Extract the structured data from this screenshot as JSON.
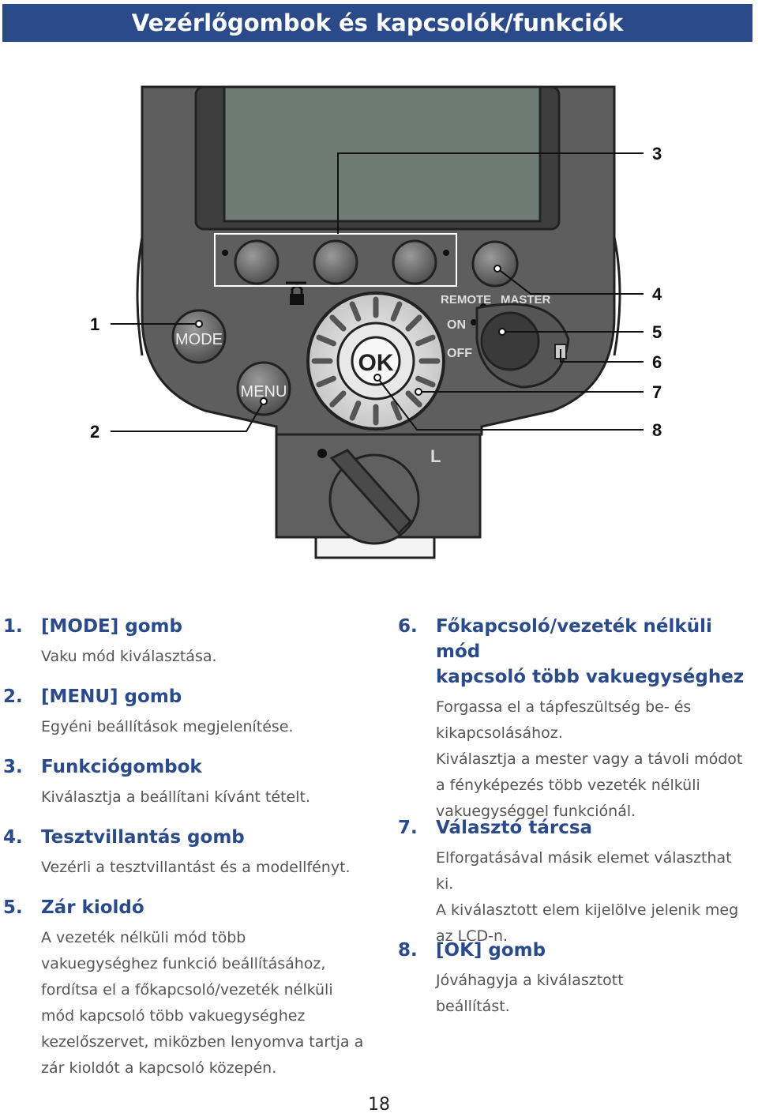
{
  "header": {
    "title": "Vezérlőgombok és kapcsolók/funkciók"
  },
  "diagram": {
    "labels": {
      "mode": "MODE",
      "menu": "MENU",
      "ok": "OK",
      "remote": "REMOTE",
      "master": "MASTER",
      "on": "ON",
      "off": "OFF",
      "lock": "L"
    },
    "callouts": [
      "1",
      "2",
      "3",
      "4",
      "5",
      "6",
      "7",
      "8"
    ]
  },
  "items_left": [
    {
      "num": "1.",
      "title": "[MODE] gomb",
      "desc": [
        "Vaku mód kiválasztása."
      ]
    },
    {
      "num": "2.",
      "title": "[MENU] gomb",
      "desc": [
        "Egyéni beállítások megjelenítése."
      ]
    },
    {
      "num": "3.",
      "title": "Funkciógombok",
      "desc": [
        "Kiválasztja a beállítani kívánt tételt."
      ]
    },
    {
      "num": "4.",
      "title": "Tesztvillantás gomb",
      "desc": [
        "Vezérli a tesztvillantást és a modellfényt."
      ]
    },
    {
      "num": "5.",
      "title": "Zár kioldó",
      "desc": [
        "A vezeték nélküli mód több",
        "vakuegységhez funkció beállításához,",
        "fordítsa el a főkapcsoló/vezeték nélküli",
        "mód kapcsoló több vakuegységhez",
        "kezelőszervet, miközben lenyomva tartja a",
        "zár kioldót a kapcsoló közepén."
      ]
    }
  ],
  "items_right": [
    {
      "num": "6.",
      "title": [
        "Főkapcsoló/vezeték nélküli mód",
        "kapcsoló több vakuegységhez"
      ],
      "desc": [
        "Forgassa el a tápfeszültség be- és",
        "kikapcsolásához.",
        "Kiválasztja a mester vagy a távoli módot",
        "a fényképezés több vezeték nélküli",
        "vakuegységgel funkciónál."
      ]
    },
    {
      "num": "7.",
      "title": [
        "Választó tárcsa"
      ],
      "desc": [
        "Elforgatásával másik elemet választhat ki.",
        "A kiválasztott elem kijelölve jelenik meg",
        "az LCD-n."
      ]
    },
    {
      "num": "8.",
      "title": [
        "[OK] gomb"
      ],
      "desc": [
        "Jóváhagyja a kiválasztott",
        "beállítást."
      ]
    }
  ],
  "page": {
    "number": "18"
  }
}
